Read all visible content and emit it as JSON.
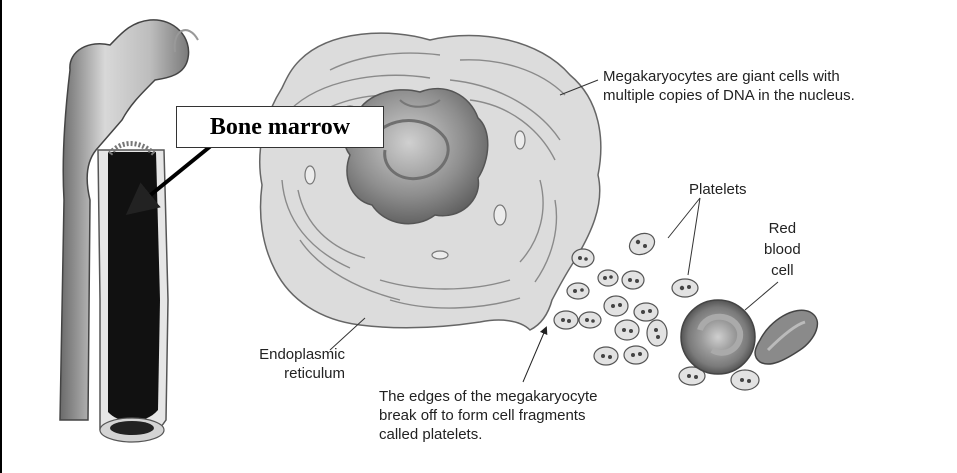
{
  "labels": {
    "bone_marrow": "Bone marrow",
    "megakaryocyte_note_line1": "Megakaryocytes are giant cells with",
    "megakaryocyte_note_line2": "multiple copies of DNA in the nucleus.",
    "platelets": "Platelets",
    "rbc_line1": "Red",
    "rbc_line2": "blood",
    "rbc_line3": "cell",
    "er_line1": "Endoplasmic",
    "er_line2": "reticulum",
    "edges_line1": "The edges of the megakaryocyte",
    "edges_line2": "break off to form cell fragments",
    "edges_line3": "called platelets."
  }
}
